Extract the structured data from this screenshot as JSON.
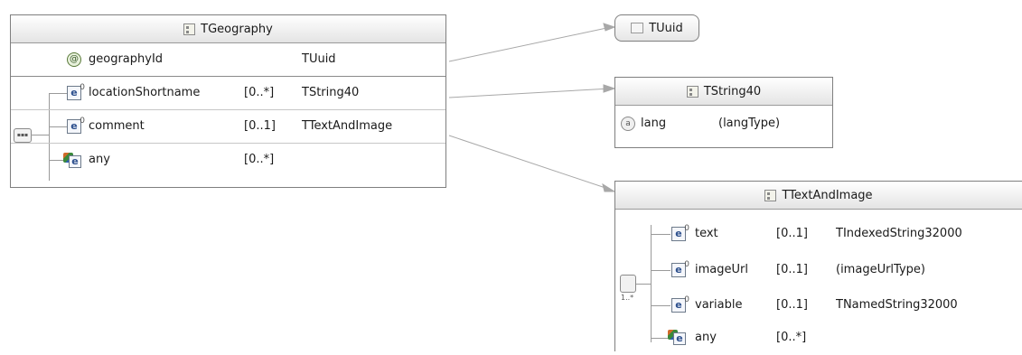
{
  "tgeography": {
    "title": "TGeography",
    "key_row": {
      "name": "geographyId",
      "type": "TUuid"
    },
    "rows": [
      {
        "name": "locationShortname",
        "card": "[0..*]",
        "type": "TString40"
      },
      {
        "name": "comment",
        "card": "[0..1]",
        "type": "TTextAndImage"
      },
      {
        "name": "any",
        "card": "[0..*]",
        "type": ""
      }
    ],
    "sequence_label": "▪▪▪"
  },
  "tuuid": {
    "title": "TUuid"
  },
  "tstring40": {
    "title": "TString40",
    "attr": {
      "name": "lang",
      "type": "(langType)"
    }
  },
  "ttextandimage": {
    "title": "TTextAndImage",
    "rows": [
      {
        "name": "text",
        "card": "[0..1]",
        "type": "TIndexedString32000"
      },
      {
        "name": "imageUrl",
        "card": "[0..1]",
        "type": "(imageUrlType)"
      },
      {
        "name": "variable",
        "card": "[0..1]",
        "type": "TNamedString32000"
      },
      {
        "name": "any",
        "card": "[0..*]",
        "type": ""
      }
    ],
    "choice_label": "1..*"
  },
  "colors": {
    "border": "#7f7f7f",
    "connector": "#a8a8a8",
    "element_icon": "#2b4e8c"
  }
}
